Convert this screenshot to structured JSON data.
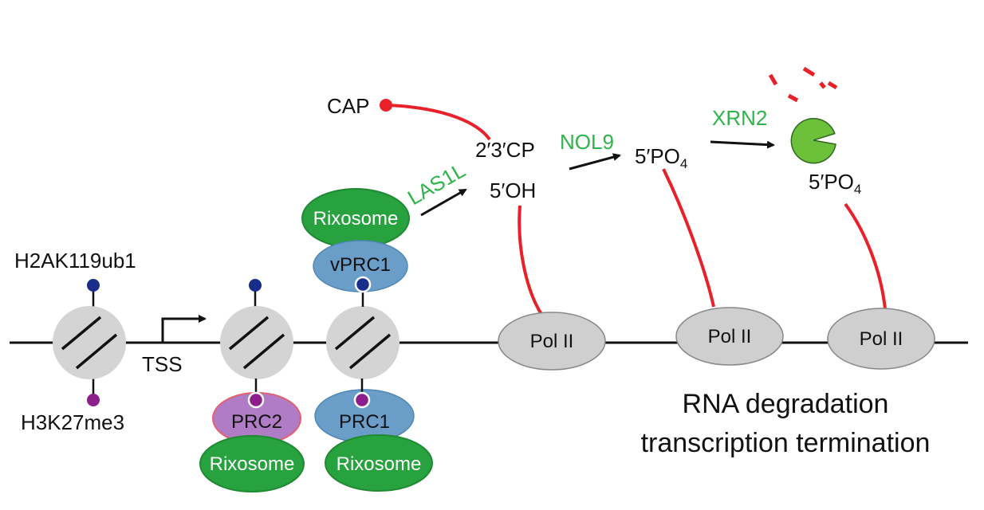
{
  "labels": {
    "h2ak119ub1": "H2AK119ub1",
    "h3k27me3": "H3K27me3",
    "tss": "TSS",
    "cap": "CAP",
    "cp_2_3": "2′3′CP",
    "oh_5": "5′OH",
    "po4_5_a": {
      "base": "5′PO",
      "sub": "4"
    },
    "po4_5_b": {
      "base": "5′PO",
      "sub": "4"
    },
    "las1l": "LAS1L",
    "nol9": "NOL9",
    "xrn2": "XRN2",
    "rixosome_top": "Rixosome",
    "vprc1": "vPRC1",
    "prc2": "PRC2",
    "prc1": "PRC1",
    "rixosome_left": "Rixosome",
    "rixosome_right": "Rixosome",
    "pol2_a": "Pol II",
    "pol2_b": "Pol II",
    "pol2_c": "Pol II",
    "caption_line1": "RNA degradation",
    "caption_line2": "transcription termination"
  },
  "colors": {
    "rna": "#e8202a",
    "enzyme_text": "#2fb34a",
    "rixosome": "#27a23f",
    "prc1": "#6a9ec8",
    "prc2": "#b07cc6",
    "prc2_border": "#e06070",
    "nucleosome": "#d4d4d4",
    "pol2": "#cfcfcf",
    "ub_mark": "#1a2d8a",
    "me_mark": "#8c1f8c",
    "pacman": "#6cc03a"
  }
}
